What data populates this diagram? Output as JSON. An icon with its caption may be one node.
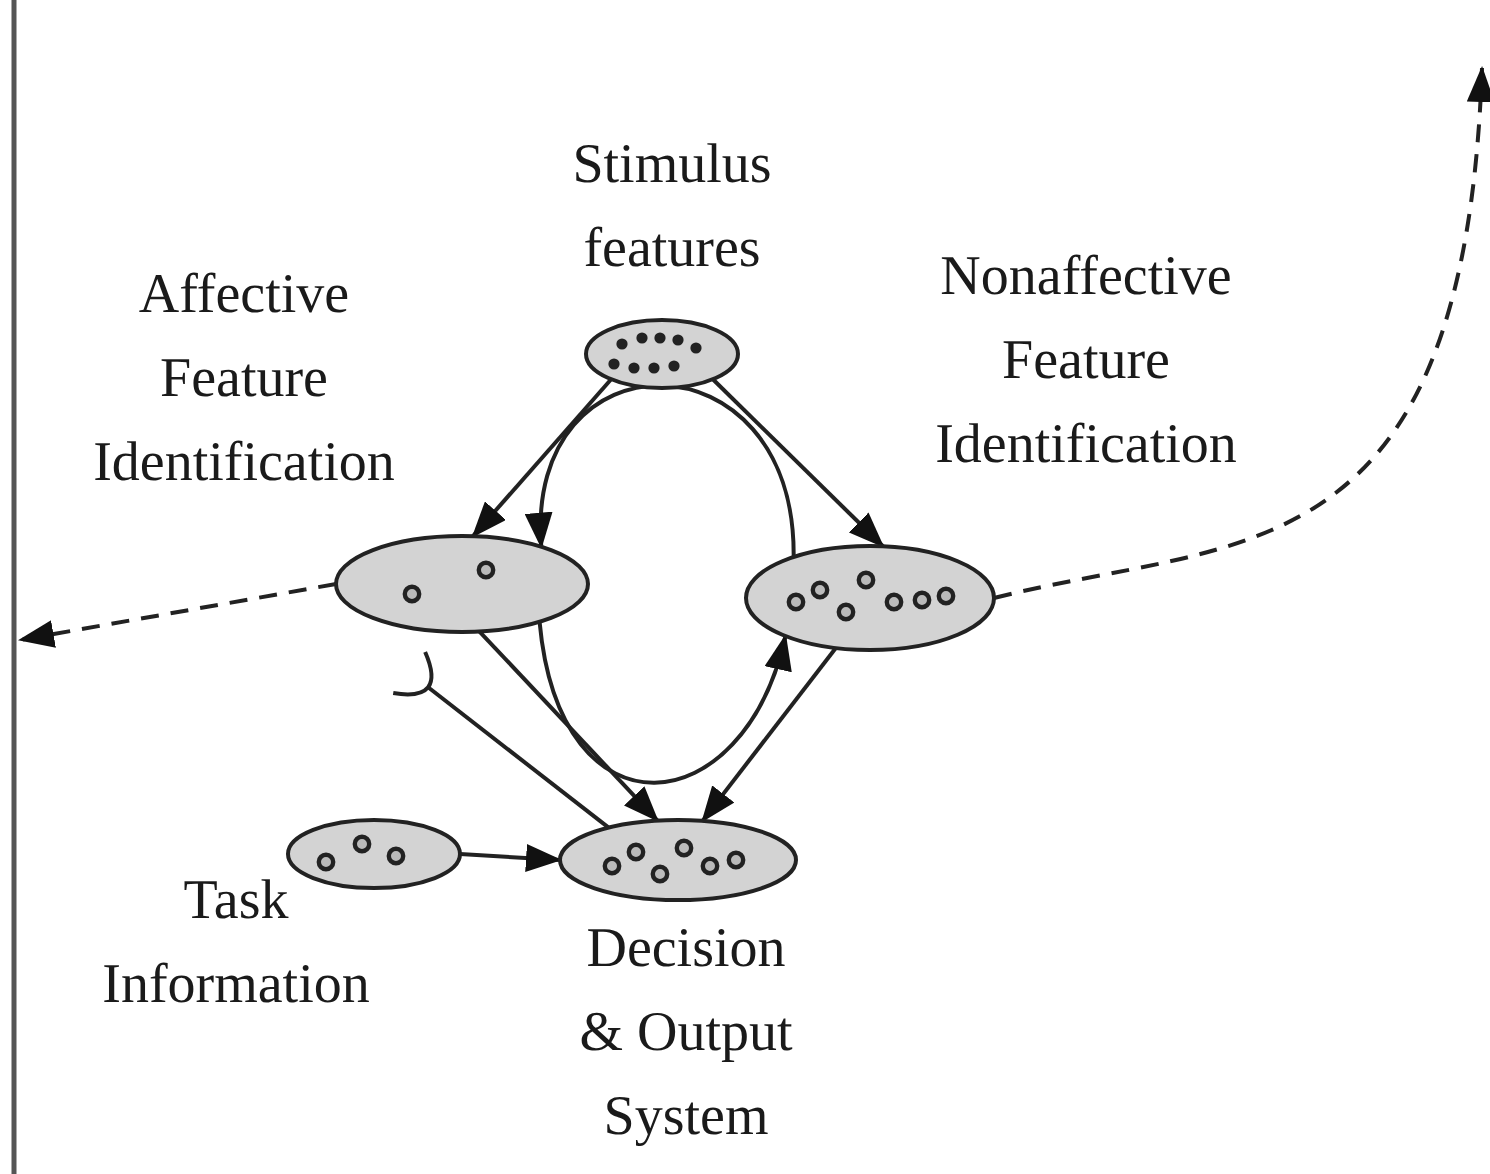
{
  "diagram": {
    "nodes": [
      {
        "text": [
          "Stimulus features"
        ]
      },
      {
        "text": [
          "Affective Feature Identification"
        ]
      },
      {
        "text": [
          "Nonaffective Feature Identification"
        ]
      },
      {
        "text": [
          "Task Information"
        ]
      },
      {
        "text": [
          "Decision & Output System"
        ]
      }
    ],
    "edges": [
      {
        "from": 0,
        "to": 1,
        "arrow": "to"
      },
      {
        "from": 0,
        "to": 2,
        "arrow": "to"
      },
      {
        "from": 2,
        "to": 1,
        "arrow": "to"
      },
      {
        "from": 1,
        "to": 4,
        "arrow": "to"
      },
      {
        "from": 1,
        "to": 2,
        "arrow": "to"
      },
      {
        "from": 2,
        "to": 4,
        "arrow": "to"
      },
      {
        "from": 4,
        "to": 1,
        "arrow": "other"
      },
      {
        "from": 3,
        "to": 4,
        "arrow": "to"
      },
      {
        "from": 1,
        "to": null,
        "arrow": "to",
        "style": "dashed"
      },
      {
        "from": 2,
        "to": null,
        "arrow": "to",
        "style": "dashed"
      }
    ]
  }
}
